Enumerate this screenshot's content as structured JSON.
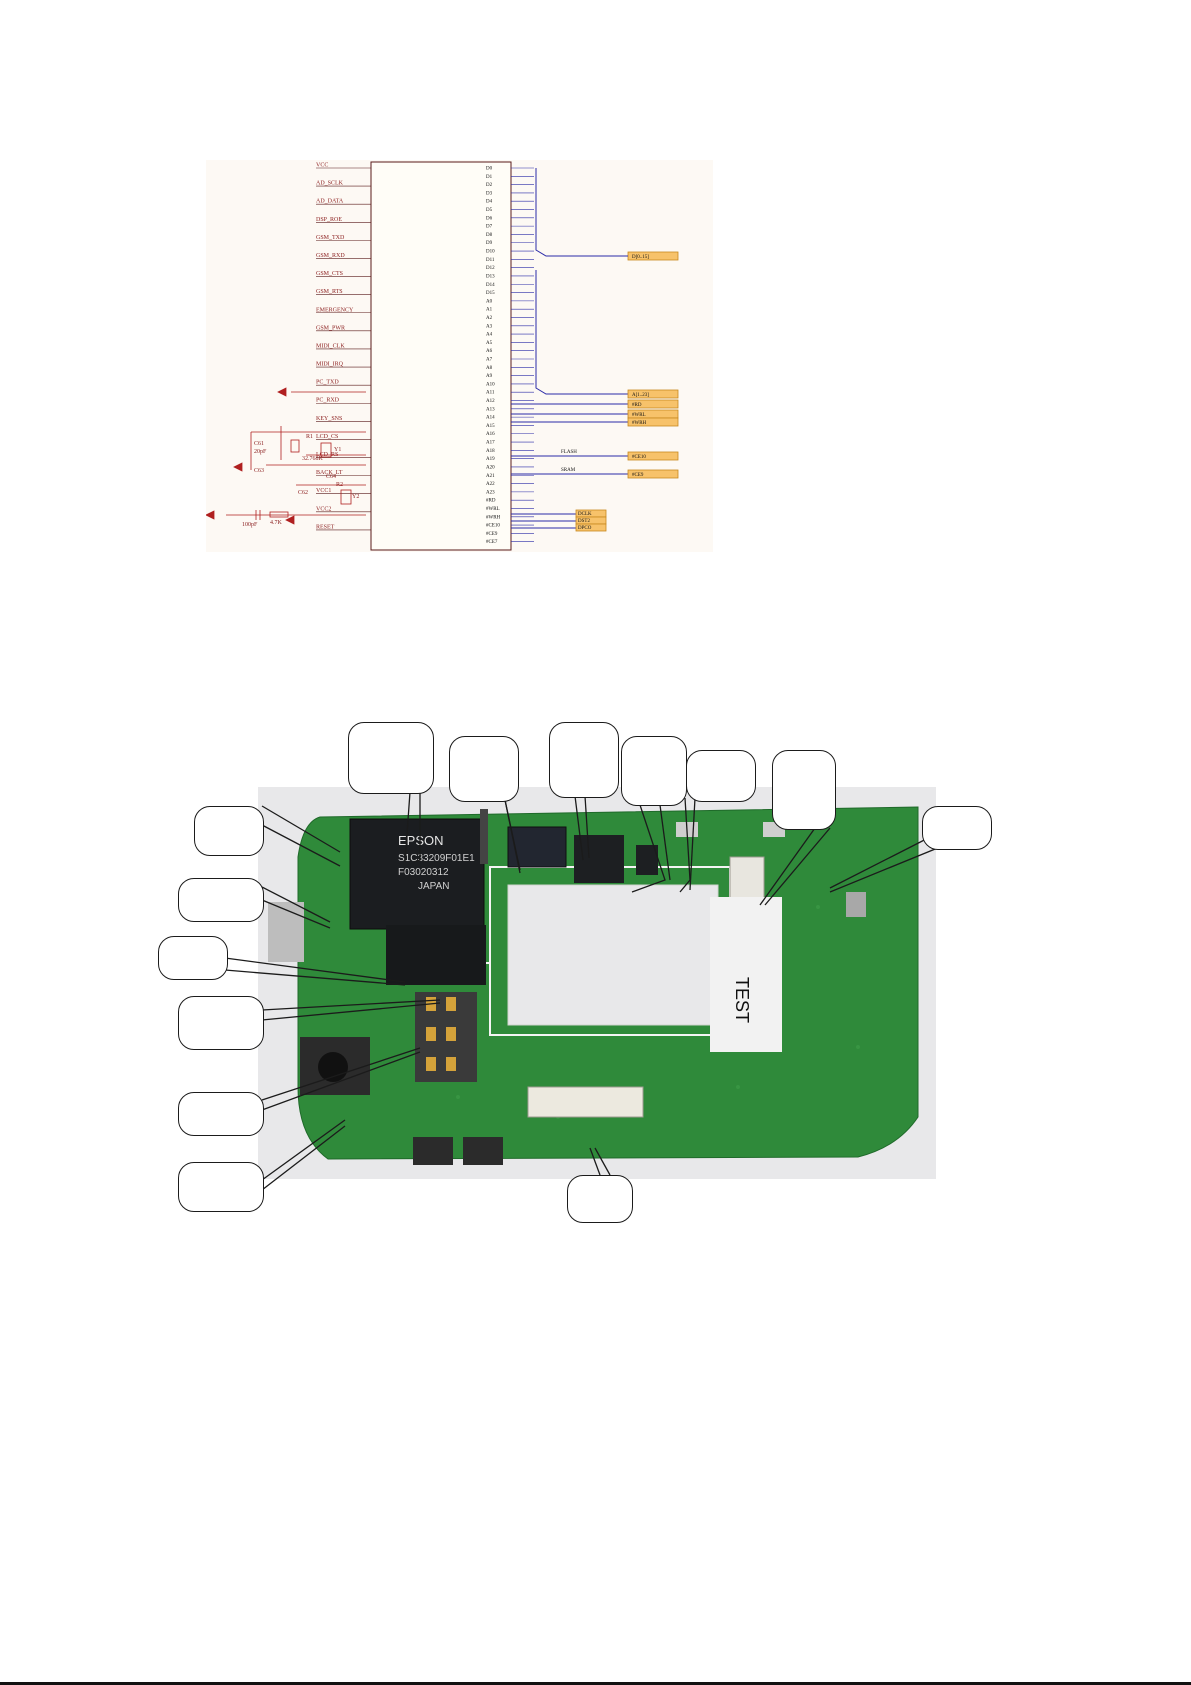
{
  "schematic": {
    "chip_left_pins": [
      "VCC",
      "AD_SCLK",
      "AD_DATA",
      "DSP_ROE",
      "GSM_TXD",
      "GSM_RXD",
      "GSM_CTS",
      "GSM_RTS",
      "EMERGENCY",
      "GSM_PWR",
      "MIDI_CLK",
      "MIDI_IRQ",
      "PC_TXD",
      "PC_RXD",
      "KEY_SNS",
      "LCD_CS",
      "LCD_RS",
      "BACK_LT",
      "VCC1",
      "VCC2",
      "RESET"
    ],
    "chip_right_pins": [
      "D0",
      "D1",
      "D2",
      "D3",
      "D4",
      "D5",
      "D6",
      "D7",
      "D8",
      "D9",
      "D10",
      "D11",
      "D12",
      "D13",
      "D14",
      "D15",
      "A0",
      "A1",
      "A2",
      "A3",
      "A4",
      "A5",
      "A6",
      "A7",
      "A8",
      "A9",
      "A10",
      "A11",
      "A12",
      "A13",
      "A14",
      "A15",
      "A16",
      "A17",
      "A18",
      "A19",
      "A20",
      "A21",
      "A22",
      "A23",
      "#RD",
      "#WRL",
      "#WRH",
      "#CE10",
      "#CE9",
      "#CE7"
    ],
    "bus_labels": [
      "D[0..15]",
      "A[1..23]",
      "#RD",
      "#WRL",
      "#WRH",
      "#CE10",
      "#CE9",
      "DCLK",
      "DST2",
      "DPCO"
    ],
    "net_labels": [
      "FLASH",
      "SRAM"
    ],
    "component_labels": [
      "C61",
      "C62",
      "C63",
      "C64",
      "R1",
      "R2",
      "Y1",
      "Y2",
      "20pF",
      "32.768K",
      "4.7K",
      "100pF"
    ]
  },
  "photo": {
    "chip_marking_lines": [
      "EPSON",
      "S1C33209F01E1",
      "F03020312",
      "JAPAN"
    ],
    "sticker_text": "TEST"
  },
  "colors": {
    "pcb_green": "#2f8a3a",
    "schematic_wire": "#2a2aa8",
    "schematic_text": "#8a1c1c"
  }
}
